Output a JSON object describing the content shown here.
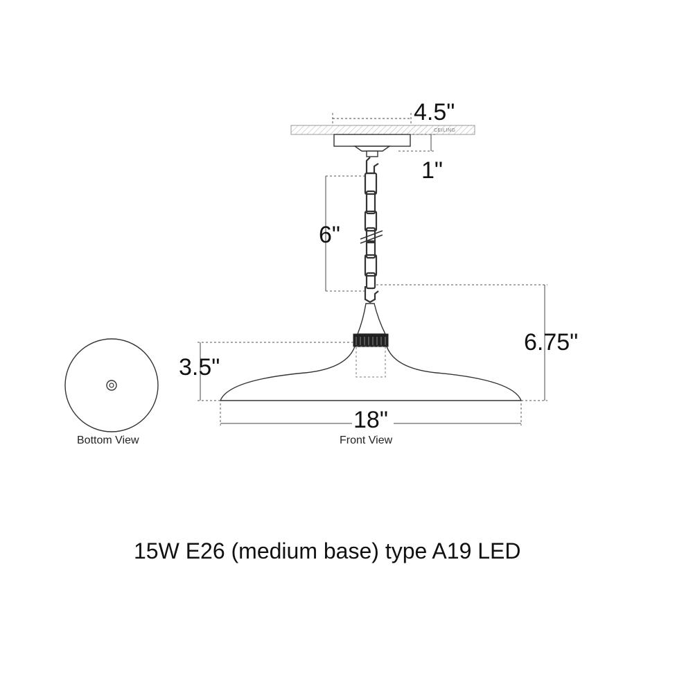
{
  "dimensions": {
    "canopy_width": "4.5\"",
    "canopy_depth": "1\"",
    "chain_length": "6\"",
    "overall_height": "6.75\"",
    "shade_height": "3.5\"",
    "shade_width": "18\""
  },
  "labels": {
    "ceiling": "CEILING",
    "bottom_view": "Bottom View",
    "front_view": "Front View"
  },
  "bulb_spec": "15W E26 (medium base) type A19 LED"
}
